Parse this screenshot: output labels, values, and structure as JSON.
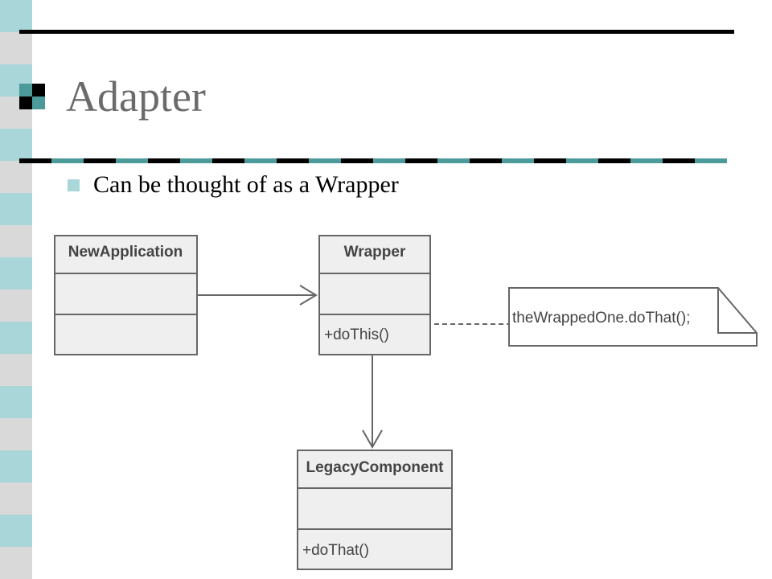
{
  "slide": {
    "title": "Adapter",
    "bullets": [
      "Can be thought of as a Wrapper"
    ]
  },
  "colors": {
    "strip_teal": "#a9d6d9",
    "strip_gray": "#d9d9d9",
    "accent_teal": "#4d9a9a",
    "title_gray": "#6b6b6b",
    "box_fill": "#efefef",
    "box_stroke": "#666666"
  },
  "diagram": {
    "classes": {
      "new_application": {
        "name": "NewApplication",
        "operations": ""
      },
      "wrapper": {
        "name": "Wrapper",
        "operations": "+doThis()"
      },
      "legacy_component": {
        "name": "LegacyComponent",
        "operations": "+doThat()"
      }
    },
    "note": {
      "text": "theWrappedOne.doThat();"
    },
    "relations": [
      {
        "from": "NewApplication",
        "to": "Wrapper",
        "type": "association-arrow"
      },
      {
        "from": "Wrapper",
        "to": "LegacyComponent",
        "type": "association-arrow"
      },
      {
        "from": "Wrapper",
        "to": "note",
        "type": "dashed-note-link"
      }
    ]
  }
}
